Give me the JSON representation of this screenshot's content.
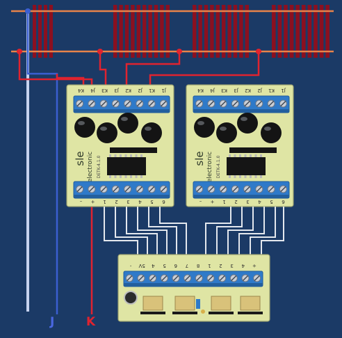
{
  "labels": {
    "wire_j": "J",
    "wire_k": "K"
  },
  "board_markings": {
    "maker_top": "sle",
    "maker_bottom": "electronic",
    "pcb_code": "DETK-4.1.0",
    "top_terminals": [
      "J1",
      "K1",
      "J2",
      "K2",
      "J3",
      "K3",
      "J4",
      "K4"
    ],
    "bottom_terminals": [
      "–",
      "+",
      "1",
      "2",
      "3",
      "4",
      "5",
      "6"
    ],
    "output_board_terminals": [
      "-",
      "5V",
      "4",
      "5",
      "6",
      "7",
      "8",
      "1",
      "2",
      "3",
      "4",
      "+"
    ]
  },
  "colors": {
    "background": "#1b3a66",
    "rail_orange": "#e8834a",
    "sleepers": "#8b1020",
    "wire_blue": "#3b5fd1",
    "wire_red": "#e0232f",
    "wire_white": "#e4e8ee",
    "pcb": "#dfe5a4",
    "terminal_block": "#2f7ac9",
    "relay": "#d9c27a",
    "ic": "#151515"
  },
  "icons": {
    "connection_dot": "filled-circle",
    "sensor": "black-dome",
    "screw": "slotted-screw-head"
  }
}
